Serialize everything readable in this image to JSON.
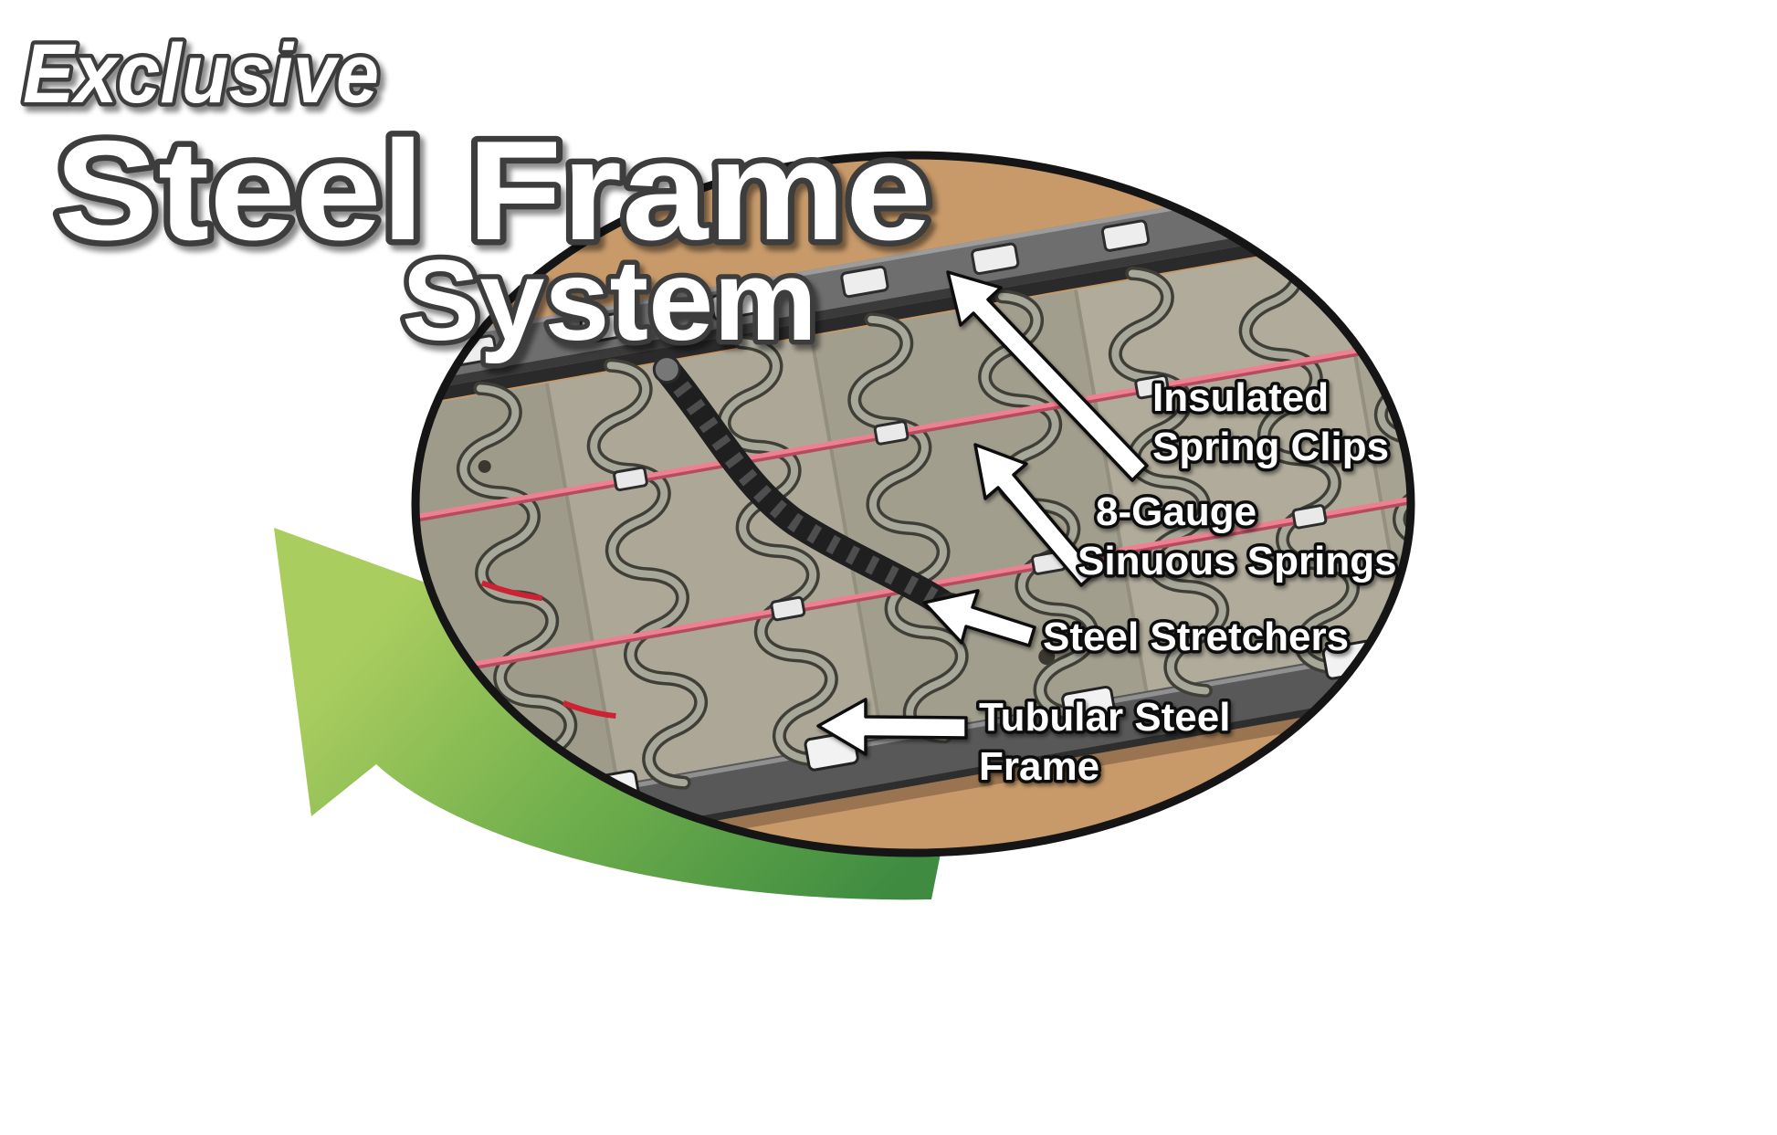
{
  "title": {
    "pre": "Exclusive",
    "main": "Steel Frame",
    "sub": "System"
  },
  "callouts": [
    {
      "id": "insulated-spring-clips",
      "lines": [
        "Insulated",
        "Spring Clips"
      ]
    },
    {
      "id": "sinuous-springs",
      "lines": [
        "8-Gauge",
        "Sinuous Springs"
      ]
    },
    {
      "id": "steel-stretchers",
      "lines": [
        "Steel Stretchers"
      ]
    },
    {
      "id": "tubular-steel-frame",
      "lines": [
        "Tubular Steel",
        "Frame"
      ]
    }
  ],
  "colors": {
    "arrow_green_light": "#aacd5f",
    "arrow_green_mid": "#6fae4c",
    "arrow_green_dark": "#3f8c41",
    "wood_tan": "#c89a6a",
    "wood_tan_shadow": "#9a7450",
    "steel_rail_top": "#6e6e6e",
    "steel_rail_bottom": "#585858",
    "deck_gray": "#a7a393",
    "wire_pink": "#ee8191",
    "tube_black": "#1f1f1f",
    "label_fill": "#ffffff",
    "label_outline": "#101010",
    "ellipse_ring": "#151515"
  }
}
